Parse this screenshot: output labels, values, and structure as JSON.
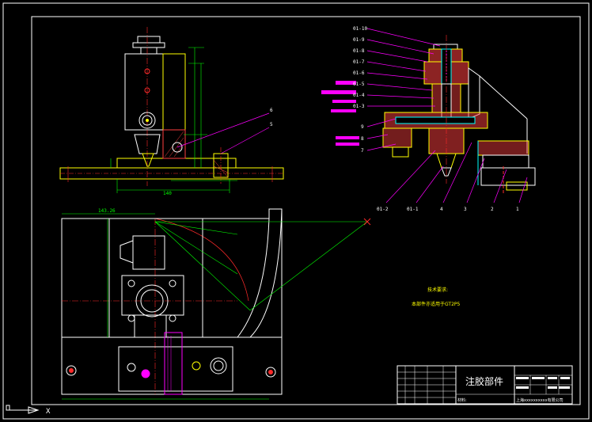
{
  "colors": {
    "background": "#000000",
    "frame": "#ffffff",
    "outline": "#ffff00",
    "center": "#ff2a2a",
    "dimension": "#00ff00",
    "leader": "#ff00ff",
    "hatch": "#ff4040",
    "cyan": "#00ffff"
  },
  "drawing": {
    "title": "注胶部件",
    "material_label": "材料:",
    "company_label": "上海xxxxxxxxxx有限公司",
    "notes": [
      "技术要求:",
      "本部件亦适用于GT2P5"
    ]
  },
  "balloons": {
    "right_view_left": [
      "01-10",
      "01-9",
      "01-8",
      "01-7",
      "01-6",
      "01-5",
      "01-4",
      "01-3",
      "9",
      "8",
      "7"
    ],
    "right_view_bottom": [
      "01-2",
      "01-1",
      "4",
      "3",
      "2",
      "1"
    ],
    "left_view": [
      "6",
      "5"
    ]
  },
  "dimensions": {
    "front_bottom": "140",
    "plan_top": "143.26"
  },
  "ucs_icon": "X"
}
